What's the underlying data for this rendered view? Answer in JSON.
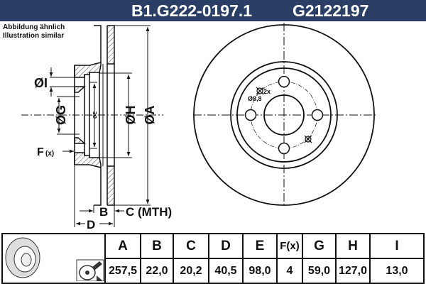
{
  "header": {
    "part_number": "B1.G222-0197.1",
    "reference": "G2122197",
    "bg_color": "#2b3f66"
  },
  "note": {
    "line1": "Abbildung ähnlich",
    "line2": "Illustration similar"
  },
  "drawing_labels": {
    "A": "ØA",
    "H": "ØH",
    "E": "ØE",
    "G": "ØG",
    "I": "ØI",
    "F": "F",
    "Fx": "(x)",
    "B": "B",
    "C": "C (MTH)",
    "D": "D",
    "holes": "2x",
    "hole_dia": "Ø8,8"
  },
  "table": {
    "headers": [
      "A",
      "B",
      "C",
      "D",
      "E",
      "F(x)",
      "G",
      "H",
      "I"
    ],
    "values": [
      "257,5",
      "22,0",
      "20,2",
      "40,5",
      "98,0",
      "4",
      "59,0",
      "127,0",
      "13,0"
    ]
  },
  "icons": [
    "brake-disc-icon",
    "spray-coating-icon"
  ]
}
